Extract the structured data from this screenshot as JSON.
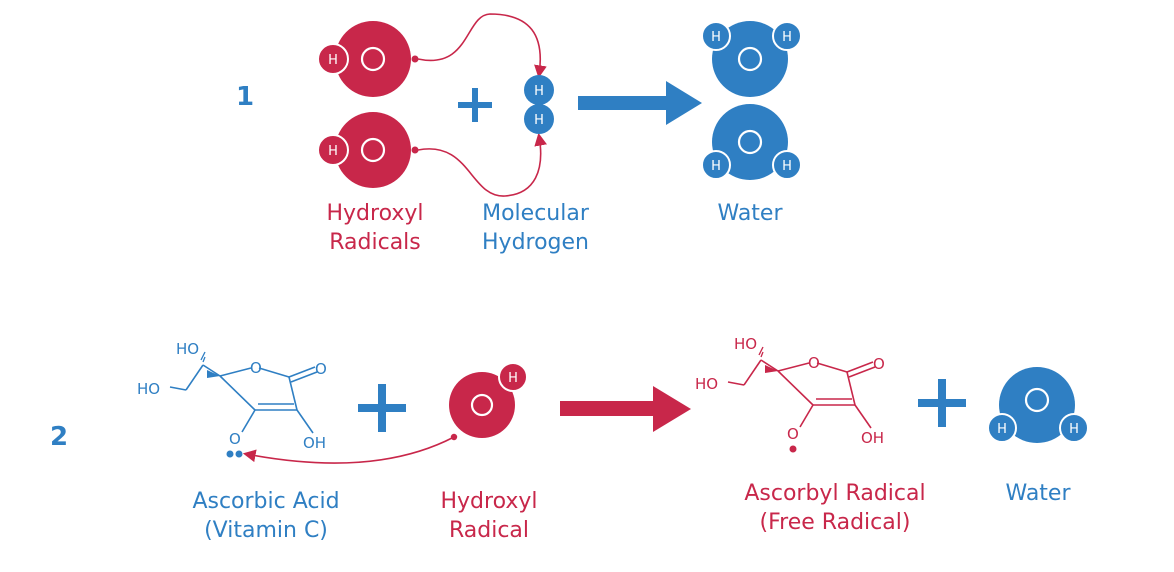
{
  "colors": {
    "red": "#c8274a",
    "blue": "#2f7fc3",
    "white": "#ffffff"
  },
  "atoms": {
    "oxygen": "O",
    "hydrogen": "H"
  },
  "reaction1": {
    "number": "1",
    "hydroxyl_label_1": "Hydroxyl",
    "hydroxyl_label_2": "Radicals",
    "hydrogen_label_1": "Molecular",
    "hydrogen_label_2": "Hydrogen",
    "water_label": "Water"
  },
  "reaction2": {
    "number": "2",
    "ascorbic_label_1": "Ascorbic Acid",
    "ascorbic_label_2": "(Vitamin C)",
    "hydroxyl_label_1": "Hydroxyl",
    "hydroxyl_label_2": "Radical",
    "ascorbyl_label_1": "Ascorbyl Radical",
    "ascorbyl_label_2": "(Free Radical)",
    "water_label": "Water",
    "groups": {
      "ho": "HO",
      "oh": "OH",
      "o": "O"
    }
  }
}
